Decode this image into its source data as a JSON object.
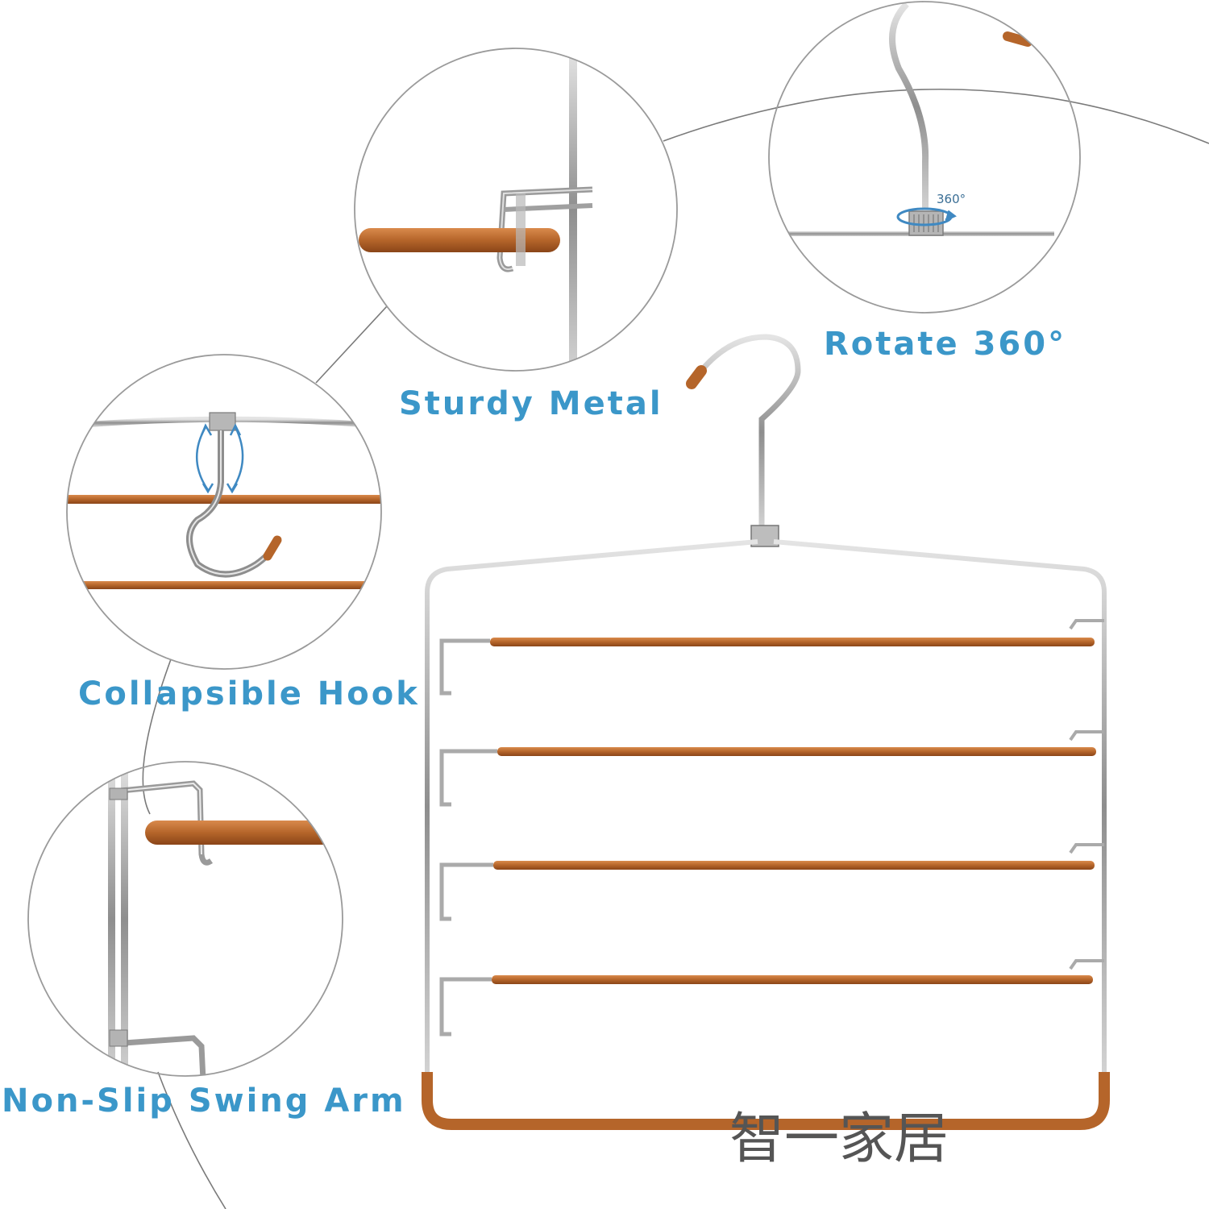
{
  "labels": {
    "sturdy_metal": "Sturdy Metal",
    "rotate_360": "Rotate 360°",
    "collapsible_hook": "Collapsible Hook",
    "non_slip_swing_arm": "Non-Slip Swing Arm",
    "rotation_annotation": "360°"
  },
  "watermark": "智一家居",
  "colors": {
    "label_blue": "#3b97c9",
    "rod_copper": "#b5652a",
    "chrome": "#a9a9a9",
    "circle_outline": "#9a9a9a",
    "arrow_blue": "#3f89c2",
    "watermark": "#555555"
  }
}
